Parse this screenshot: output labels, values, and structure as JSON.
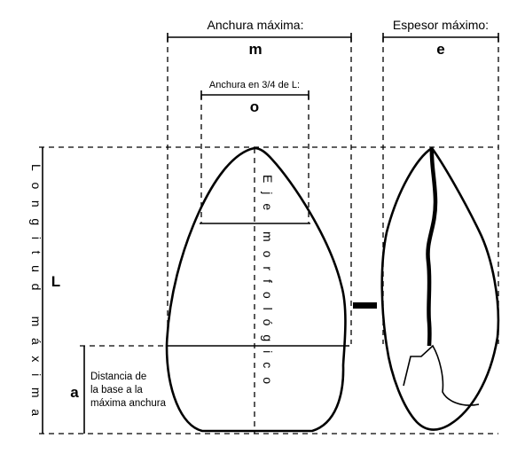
{
  "width_max": {
    "title": "Anchura máxima:",
    "var": "m"
  },
  "thickness_max": {
    "title": "Espesor máximo:",
    "var": "e"
  },
  "width_34": {
    "title": "Anchura en 3/4 de L:",
    "var": "o"
  },
  "length_max": {
    "title": "Longitud máxima",
    "var": "L"
  },
  "base_dist": {
    "line1": "Distancia de",
    "line2": "la base a la",
    "line3": "máxima anchura",
    "var": "a"
  },
  "axis": {
    "title": "Eje morfológico"
  }
}
